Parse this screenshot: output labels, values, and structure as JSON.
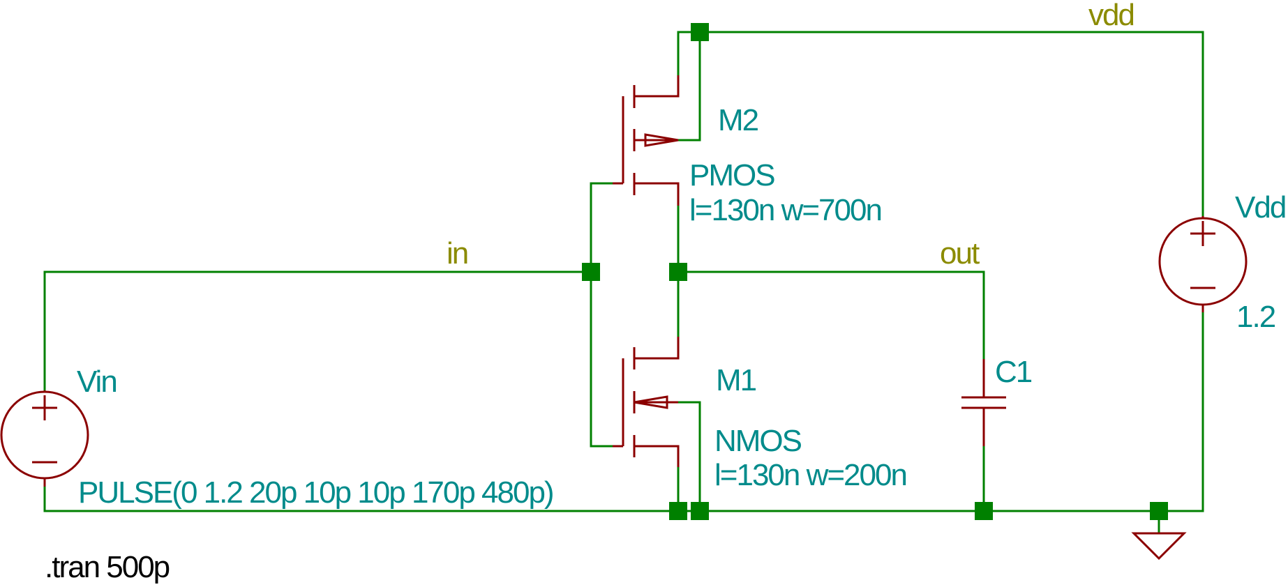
{
  "nets": {
    "in": "in",
    "out": "out",
    "vdd": "vdd"
  },
  "components": {
    "m2": {
      "name": "M2",
      "model": "PMOS",
      "params": "l=130n w=700n"
    },
    "m1": {
      "name": "M1",
      "model": "NMOS",
      "params": "l=130n w=200n"
    },
    "c1": {
      "name": "C1"
    },
    "vdd": {
      "name": "Vdd",
      "value": "1.2"
    },
    "vin": {
      "name": "Vin",
      "value": "PULSE(0 1.2 20p 10p 10p 170p 480p)"
    }
  },
  "directive": ".tran 500p",
  "colors": {
    "wire": "#008000",
    "component": "#8b0000",
    "net_label": "#8b8b00",
    "component_label": "#008b8b",
    "directive": "#000000"
  }
}
